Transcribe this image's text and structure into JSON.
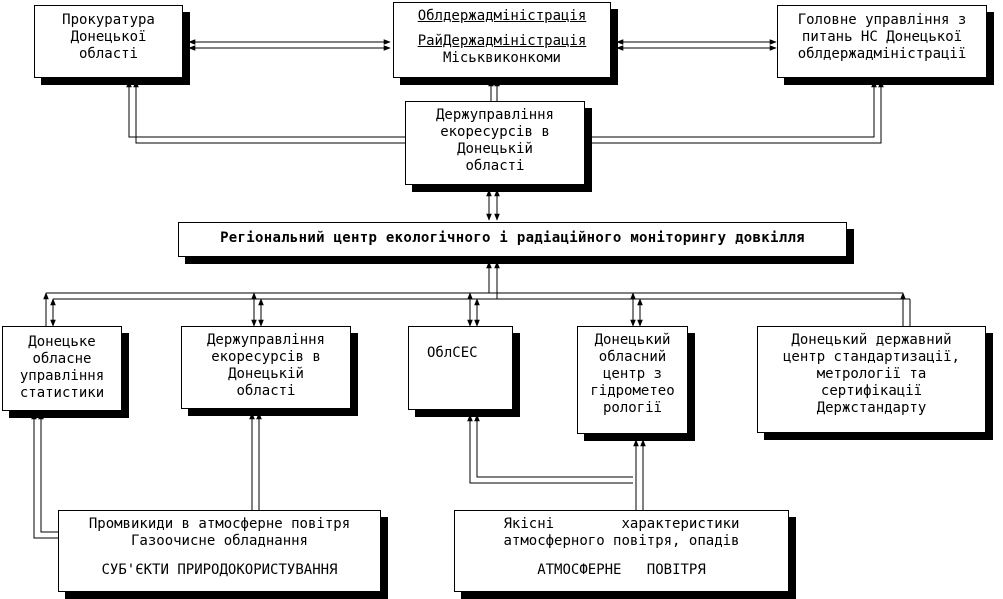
{
  "boxes": {
    "prosecutor": {
      "lines": [
        "Прокуратура",
        "Донецької",
        "області"
      ]
    },
    "admin": {
      "line1": "Облдержадміністрація",
      "line2": "РайДержадміністрація",
      "line3": "Міськвиконкоми"
    },
    "emergency": {
      "lines": [
        "Головне управління з",
        "питань НС Донецької",
        "облдержадміністрації"
      ]
    },
    "ecoresources_top": {
      "lines": [
        "Держуправління",
        "екоресурсів  в",
        "Донецькій",
        "області"
      ]
    },
    "regional_center": {
      "label": "Регіональний центр екологічного і радіаційного моніторингу довкілля"
    },
    "statistics": {
      "lines": [
        "Донецьке",
        "обласне",
        "управління",
        "статистики"
      ]
    },
    "ecoresources_bottom": {
      "lines": [
        "Держуправління",
        "екоресурсів  в",
        "Донецькій",
        "області"
      ]
    },
    "oblses": {
      "label": "ОблСЕС"
    },
    "hydromet": {
      "lines": [
        "Донецький",
        "обласний",
        "центр з",
        "гідрометео",
        "рології"
      ]
    },
    "standards": {
      "lines": [
        "Донецький   державний",
        "центр стандартизації,",
        "метрології та",
        "сертифікації",
        "Держстандарту"
      ]
    },
    "subjects": {
      "line1": "Промвикиди в атмосферне повітря",
      "line2": "Газоочисне обладнання",
      "line3": "СУБ'ЄКТИ ПРИРОДОКОРИСТУВАННЯ"
    },
    "air": {
      "line1": "Якісні        характеристики",
      "line2": "атмосферного повітря, опадів",
      "line3": "АТМОСФЕРНЕ   ПОВІТРЯ"
    }
  }
}
